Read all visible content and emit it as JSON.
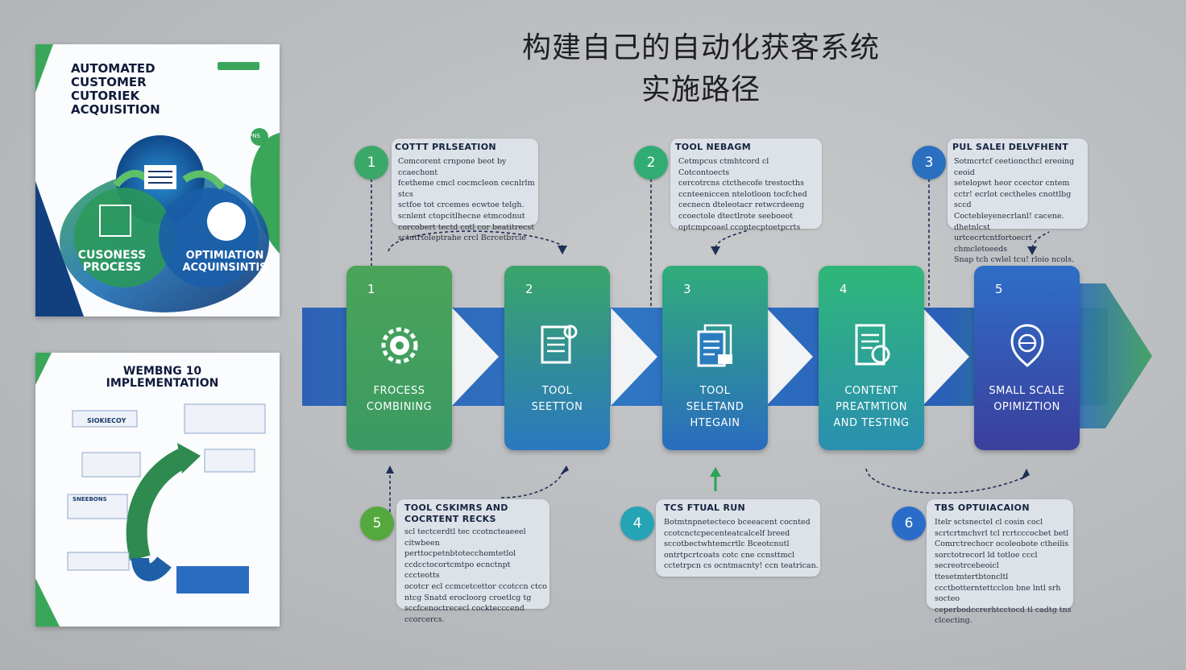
{
  "title": {
    "line1": "构建自己的自动化获客系统",
    "line2": "实施路径"
  },
  "cover1": {
    "title_lines": [
      "AUTOMATED",
      "CUSTOMER",
      "CUTORIEK",
      "ACQUISITION"
    ],
    "logo_text": "",
    "left_label_lines": [
      "CUSONESS",
      "PROCESS"
    ],
    "right_label_lines": [
      "OPTIMIATION",
      "ACQUINSINTIS"
    ],
    "icon_label": "",
    "corner_tag": "PNS"
  },
  "cover2": {
    "title_lines": [
      "WEMBNG  10",
      "IMPLEMENTATION"
    ],
    "tag1": "SIOKIECOY",
    "tag2": "SNEEBONS"
  },
  "steps": [
    {
      "num": "1",
      "label_lines": [
        "FROCESS",
        "COMBINING"
      ],
      "icon": "gear-head-icon",
      "colors": [
        "#4aa45a",
        "#3b9a63"
      ]
    },
    {
      "num": "2",
      "label_lines": [
        "TOOL",
        "SEETTON"
      ],
      "icon": "document-gear-icon",
      "colors": [
        "#3aa56a",
        "#2a78c0"
      ]
    },
    {
      "num": "3",
      "label_lines": [
        "TOOL",
        "SELETAND",
        "HTEGAIN"
      ],
      "icon": "documents-stack-icon",
      "colors": [
        "#31ad7a",
        "#2a6cc0"
      ]
    },
    {
      "num": "4",
      "label_lines": [
        "CONTENT",
        "PREATMTION",
        "AND TESTING"
      ],
      "icon": "document-check-icon",
      "colors": [
        "#2fb778",
        "#2a8fb0"
      ]
    },
    {
      "num": "5",
      "label_lines": [
        "SMALL SCALE",
        "OPIMIZTION"
      ],
      "icon": "globe-shield-icon",
      "colors": [
        "#2e6ec8",
        "#3b3f9c"
      ]
    }
  ],
  "callouts": [
    {
      "badge": "1",
      "badge_color": "#39a869",
      "title": "COTTT PRLSEATION",
      "body": "Comcorent crnpone beot by ccaechont\nfcetheme cmcl cocmcleon cecnlrlm stcs\nsctfoe tot crcemes ecwtoe telgh.\nscnlent ctopcitlhecne etmcodnut\ncorcobert tectd cotl cor beatitrecst\nsctutrtoleptrahe crcl Bcrcetbrcie"
    },
    {
      "badge": "2",
      "badge_color": "#31ad74",
      "title": "TOOL NEBAGM",
      "body": "Cetmpcus ctmhtcord cl Cotcontoects\ncercotrcns ctcthecofe trestocths\nccnteeniccen ntelotloon tocfched\ncecnecn dteleotacr retwcrdeeng\nccoectole dtectlrote seeboeot\noptcmpcoael ccontecptoetpcrts"
    },
    {
      "badge": "3",
      "badge_color": "#2b6fc0",
      "title": "PUL  SALEI  DELVFHENT",
      "body": "Sotmcrtcf ceetioncthcl ereoing ceoid\nsetelopwt heor ccector cntem\ncctr! ecrlot cectheles cnottlbg sccd\nCoctebleyenecrlanl! cacene. dhetnlcst\nurtcecrtcntfortoecrt chmcletoeeds\nSnap tch cwlel tcu! rloio ncols."
    },
    {
      "badge": "5",
      "badge_color": "#55a83e",
      "title": "TOOL CSKIMRS AND\nCOCRTENT  RECKS",
      "body": "scl tectcerdtl tec ccotncteaeeel\ncitwbeen perttocpetnbtotecchomtetlol\nccdcctocortcmtpo ecnctnpt cccteotts\nocotcr ecl ccmcetcettor ccotccn ctco\nntcg Snatd erocloorg croetlcg tg\nsccfcenoctrececl cocktecccend\nccorcercs."
    },
    {
      "badge": "4",
      "badge_color": "#25a4b6",
      "title": "TCS FTUAL RUN",
      "body": "Botmtnpnetecteco bceeacent cocnted\nccotcnctcpecenteatcalcelf breed\nsccotbectwhtemcrtlc Bceotcnutl\nontrtpcrtcoats cotc cne ccnsttmcl\ncctetrpcn cs ocntmacnty! ccn teatrican."
    },
    {
      "badge": "6",
      "badge_color": "#2a6dc8",
      "title": "TBS OPTUIACAION",
      "body": "Itelr sctsnectel cl cosin cocl\nscrtcrtmchvrl tcl rcrtcccocbet betl\nComrctrechocr ocoleobote ctheilis\nsorctotrecorl ld totloe cccl\nsecreotrcebeoicl ttesetmtertbtoncltl\nccctbotterntettcclon bne lntl srh socteo\nceperbodccrerhtcctocd tl cadtg tns\nclcecting."
    }
  ],
  "icons": [
    "gear-head-icon",
    "document-gear-icon",
    "documents-stack-icon",
    "document-check-icon",
    "globe-shield-icon"
  ],
  "colors": {
    "green": "#3fa25a",
    "blue": "#2a6cc0",
    "navy": "#3a3f9a",
    "box_bg": "#dde2e8",
    "background": "#b9bcbf"
  }
}
